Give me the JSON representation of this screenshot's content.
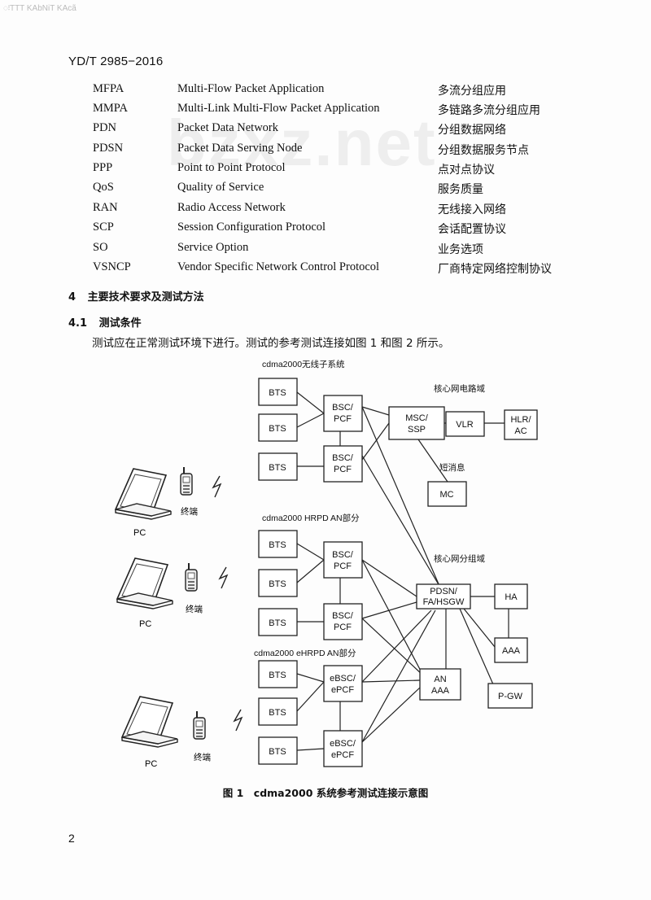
{
  "top_noise": "ःTTT KAbNiT KAcã",
  "header_code": "YD/T 2985−2016",
  "watermark": "bzxz.net",
  "abbreviations": [
    {
      "abbr": "MFPA",
      "full": "Multi-Flow Packet Application",
      "cn": "多流分组应用"
    },
    {
      "abbr": "MMPA",
      "full": "Multi-Link Multi-Flow Packet Application",
      "cn": "多链路多流分组应用"
    },
    {
      "abbr": "PDN",
      "full": "Packet Data Network",
      "cn": "分组数据网络"
    },
    {
      "abbr": "PDSN",
      "full": "Packet Data Serving Node",
      "cn": "分组数据服务节点"
    },
    {
      "abbr": "PPP",
      "full": "Point to Point Protocol",
      "cn": "点对点协议"
    },
    {
      "abbr": "QoS",
      "full": "Quality of Service",
      "cn": "服务质量"
    },
    {
      "abbr": "RAN",
      "full": "Radio Access Network",
      "cn": "无线接入网络"
    },
    {
      "abbr": "SCP",
      "full": "Session Configuration Protocol",
      "cn": "会话配置协议"
    },
    {
      "abbr": "SO",
      "full": "Service Option",
      "cn": "业务选项"
    },
    {
      "abbr": "VSNCP",
      "full": "Vendor Specific Network Control Protocol",
      "cn": "厂商特定网络控制协议"
    }
  ],
  "section4": {
    "num": "4",
    "title": "主要技术要求及测试方法"
  },
  "section41": {
    "num": "4.1",
    "title": "测试条件"
  },
  "paragraph": "测试应在正常测试环境下进行。测试的参考测试连接如图 1 和图 2 所示。",
  "diagram": {
    "label_cdma_1x": "cdma2000无线子系统",
    "label_core_cs": "核心网电路域",
    "label_sms": "短消息",
    "label_hrpd": "cdma2000 HRPD AN部分",
    "label_core_ps": "核心网分组域",
    "label_ehrpd": "cdma2000 eHRPD AN部分",
    "terminal": "终端",
    "pc": "PC",
    "bts": "BTS",
    "bsc_l1": "BSC/",
    "bsc_l2": "PCF",
    "ebsc_l1": "eBSC/",
    "ebsc_l2": "ePCF",
    "msc_l1": "MSC/",
    "msc_l2": "SSP",
    "vlr": "VLR",
    "hlr_l1": "HLR/",
    "hlr_l2": "AC",
    "mc": "MC",
    "pdsn_l1": "PDSN/",
    "pdsn_l2": "FA/HSGW",
    "ha": "HA",
    "aaa": "AAA",
    "an_l1": "AN",
    "an_l2": "AAA",
    "pgw": "P-GW"
  },
  "caption": "图 1　cdma2000 系统参考测试连接示意图",
  "page_number": "2"
}
